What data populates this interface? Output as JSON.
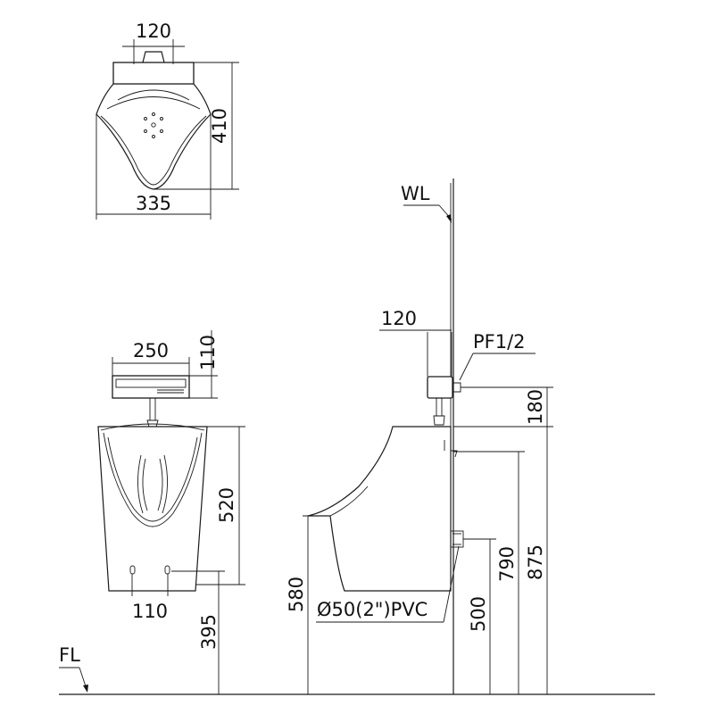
{
  "top_view": {
    "dim_inlet": "120",
    "dim_depth": "410",
    "dim_width": "335"
  },
  "front_view": {
    "dim_valve_width": "250",
    "dim_valve_height": "110",
    "dim_body_height": "520",
    "dim_outlet_spacing": "110",
    "dim_outlet_height": "395"
  },
  "side_view": {
    "wall_label": "WL",
    "floor_label": "FL",
    "dim_valve_offset": "120",
    "valve_connection": "PF1/2",
    "dim_valve_rise": "180",
    "dim_top_height": "875",
    "dim_inlet_height": "790",
    "dim_rim_height": "580",
    "dim_drain_height": "500",
    "drain_label": "Ø50(2\")PVC"
  },
  "colors": {
    "line": "#1a1a1a",
    "background": "#ffffff"
  }
}
